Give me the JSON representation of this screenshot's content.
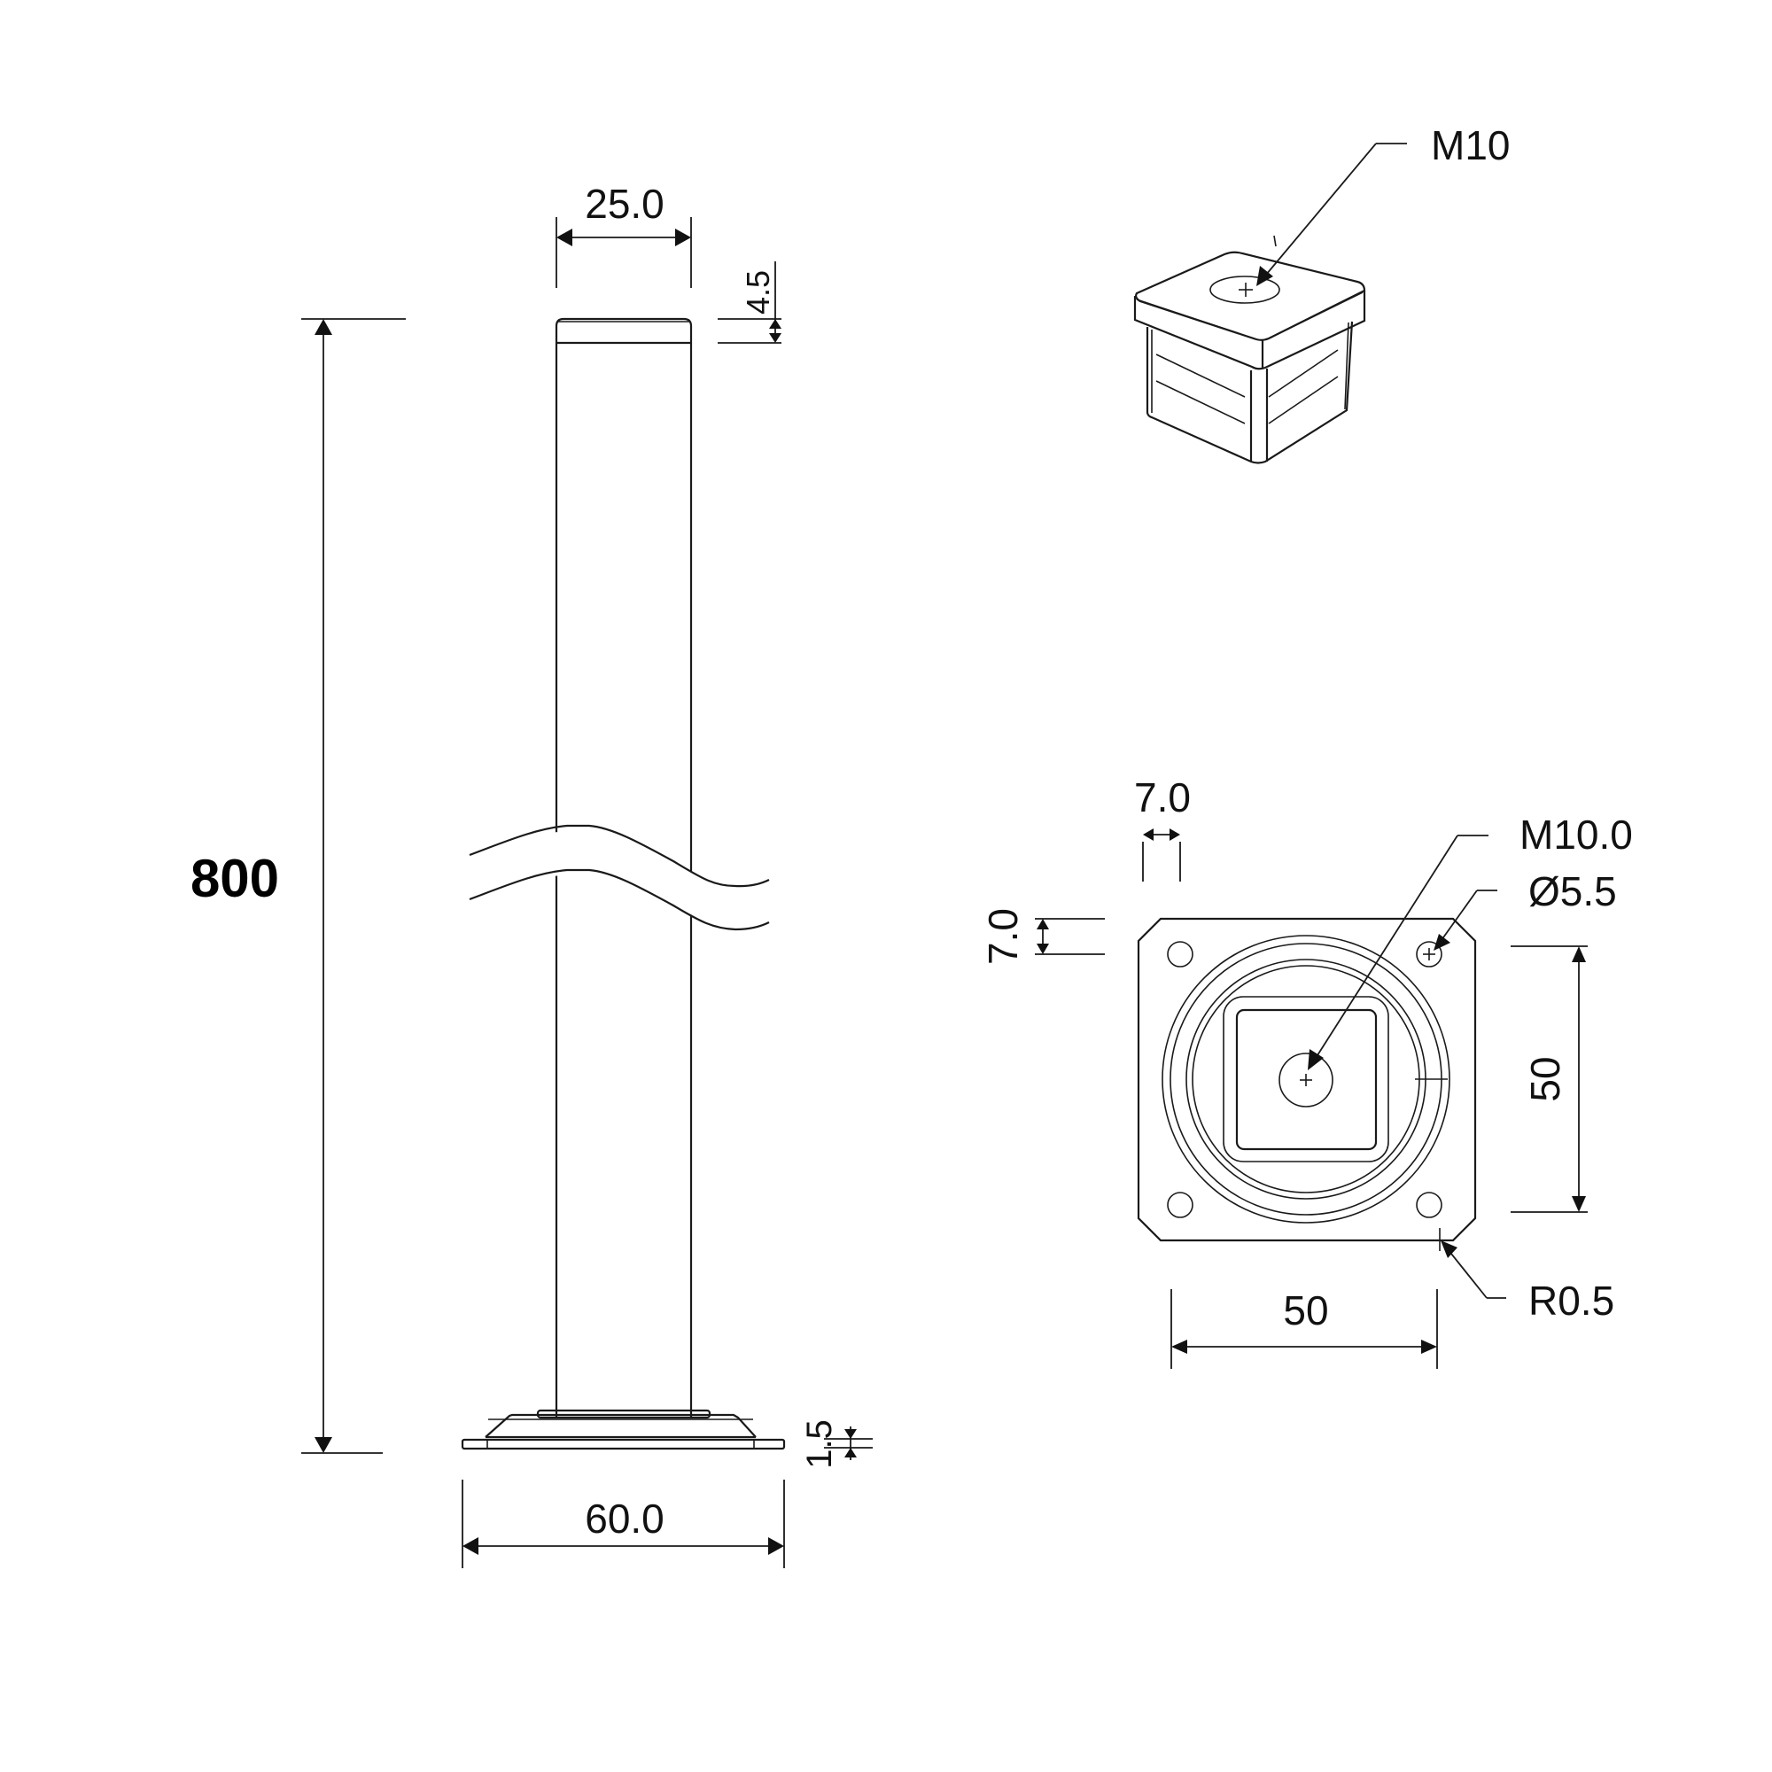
{
  "drawing": {
    "type": "technical-drawing",
    "subject": "square tube furniture leg with base plate and end cap",
    "stroke_color": "#1a1a1a",
    "background": "#ffffff"
  },
  "side_view": {
    "height_label": "800",
    "tube_width_label": "25.0",
    "cap_height_label": "4.5",
    "base_width_label": "60.0",
    "plate_thickness_label": "1.5"
  },
  "cap_iso_view": {
    "thread_label": "M10"
  },
  "plan_view": {
    "offset_x_label": "7.0",
    "offset_y_label": "7.0",
    "thread_label": "M10.0",
    "hole_label": "Ø5.5",
    "hole_spacing_vertical_label": "50",
    "hole_spacing_horizontal_label": "50",
    "corner_radius_label": "R0.5"
  }
}
